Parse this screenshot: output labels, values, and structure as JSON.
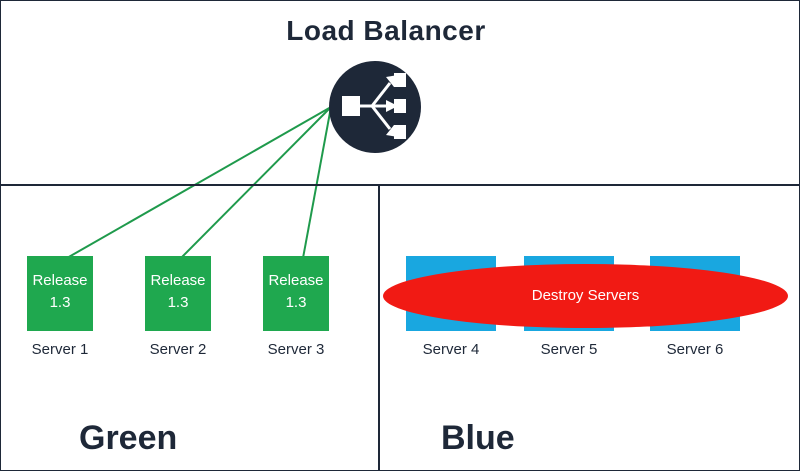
{
  "title": "Load Balancer",
  "icons": {
    "load_balancer": "load-balancer-icon"
  },
  "colors": {
    "dark": "#1e2838",
    "green_server": "#1fa84f",
    "blue_server": "#19a7e0",
    "destroy": "#f11a14",
    "link": "#1f9a4c"
  },
  "green": {
    "label": "Green",
    "servers": [
      {
        "release": "Release",
        "version": "1.3",
        "name": "Server 1"
      },
      {
        "release": "Release",
        "version": "1.3",
        "name": "Server 2"
      },
      {
        "release": "Release",
        "version": "1.3",
        "name": "Server 3"
      }
    ]
  },
  "blue": {
    "label": "Blue",
    "servers": [
      {
        "name": "Server 4"
      },
      {
        "name": "Server 5"
      },
      {
        "name": "Server 6"
      }
    ],
    "destroy_label": "Destroy Servers"
  }
}
